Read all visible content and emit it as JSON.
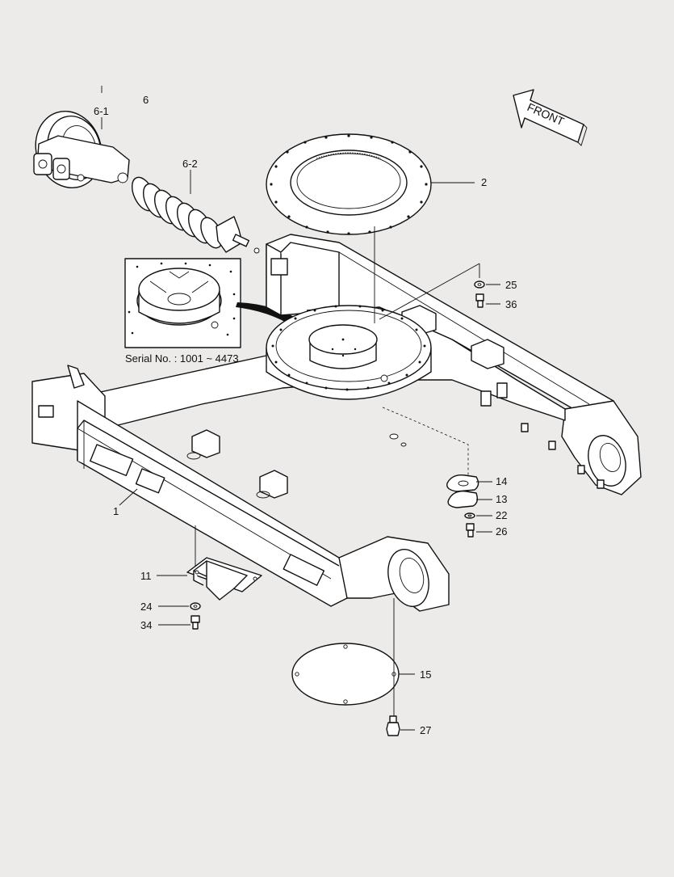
{
  "diagram": {
    "front_label": "FRONT",
    "serial_note": "Serial No. : 1001 ~ 4473",
    "callouts": {
      "c1": "1",
      "c2": "2",
      "c6": "6",
      "c6_1": "6-1",
      "c6_2": "6-2",
      "c11": "11",
      "c13": "13",
      "c14": "14",
      "c15": "15",
      "c22": "22",
      "c24": "24",
      "c25": "25",
      "c26": "26",
      "c27": "27",
      "c34": "34",
      "c36": "36"
    }
  },
  "colors": {
    "background": "#ecebe9",
    "line": "#111111",
    "part_fill": "#ffffff"
  }
}
